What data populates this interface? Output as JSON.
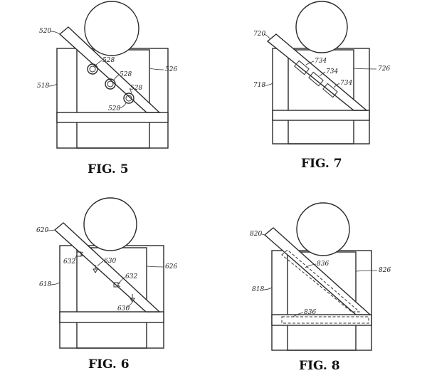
{
  "figures": {
    "fig5": {
      "caption": "FIG. 5",
      "labels": {
        "belt": "520",
        "seat_left": "518",
        "seat_right": "526",
        "element_a": "528",
        "element_b": "528",
        "element_c": "528",
        "element_d": "528"
      }
    },
    "fig6": {
      "caption": "FIG. 6",
      "labels": {
        "belt": "620",
        "seat_left": "618",
        "seat_right": "626",
        "element_a": "632",
        "element_b": "630",
        "element_c": "632",
        "element_d": "630"
      }
    },
    "fig7": {
      "caption": "FIG. 7",
      "labels": {
        "belt": "720",
        "seat_left": "718",
        "seat_right": "726",
        "element_a": "734",
        "element_b": "734",
        "element_c": "734"
      }
    },
    "fig8": {
      "caption": "FIG. 8",
      "labels": {
        "belt": "820",
        "seat_left": "818",
        "seat_right": "826",
        "element_a": "836",
        "element_b": "836"
      }
    }
  }
}
